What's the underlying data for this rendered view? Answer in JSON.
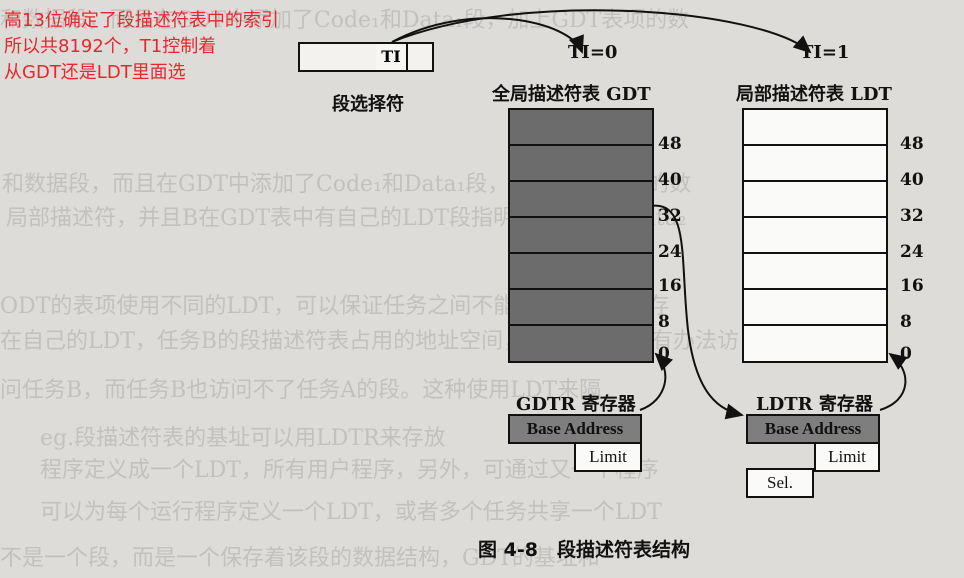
{
  "annotation": {
    "line1": "高13位确定了段描述符表中的索引",
    "line2": "所以共8192个，T1控制着",
    "line3": "从GDT还是LDT里面选"
  },
  "selector": {
    "ti_label": "TI",
    "caption": "段选择符"
  },
  "gdt": {
    "ti_label": "TI=0",
    "title": "全局描述符表 GDT"
  },
  "ldt": {
    "ti_label": "TI=1",
    "title": "局部描述符表 LDT"
  },
  "offsets": [
    "48",
    "40",
    "32",
    "24",
    "16",
    "8",
    "0"
  ],
  "gdtr": {
    "title": "GDTR 寄存器",
    "base": "Base Address",
    "limit": "Limit"
  },
  "ldtr": {
    "title": "LDTR 寄存器",
    "base": "Base Address",
    "limit": "Limit",
    "sel": "Sel."
  },
  "figure_caption": "图 4-8　段描述符表结构",
  "background_text": [
    "和数据段，而且在GDT中添加了Code₁和Data₁段，加上GDT表项的数",
    "局部描述符，并且B在GDT表中有自己的LDT段指明的Code₂和Data₂",
    "ODT的表项使用不同的LDT，可以保证任务之间不能访问对方的内存",
    "在自己的LDT，任务B的段描述符表占用的地址空间，因此任务A没有办法访",
    "问任务B，而任务B也访问不了任务A的段。这种使用LDT来隔",
    "eg.段描述符表的基址可以用LDTR来存放",
    "程序定义成一个LDT，所有用户程序，另外，可通过又一个程序",
    "可以为每个运行程序定义一个LDT，或者多个任务共享一个LDT",
    "不是一个段，而是一个保存着该段的数据结构，GDT的基址和"
  ]
}
